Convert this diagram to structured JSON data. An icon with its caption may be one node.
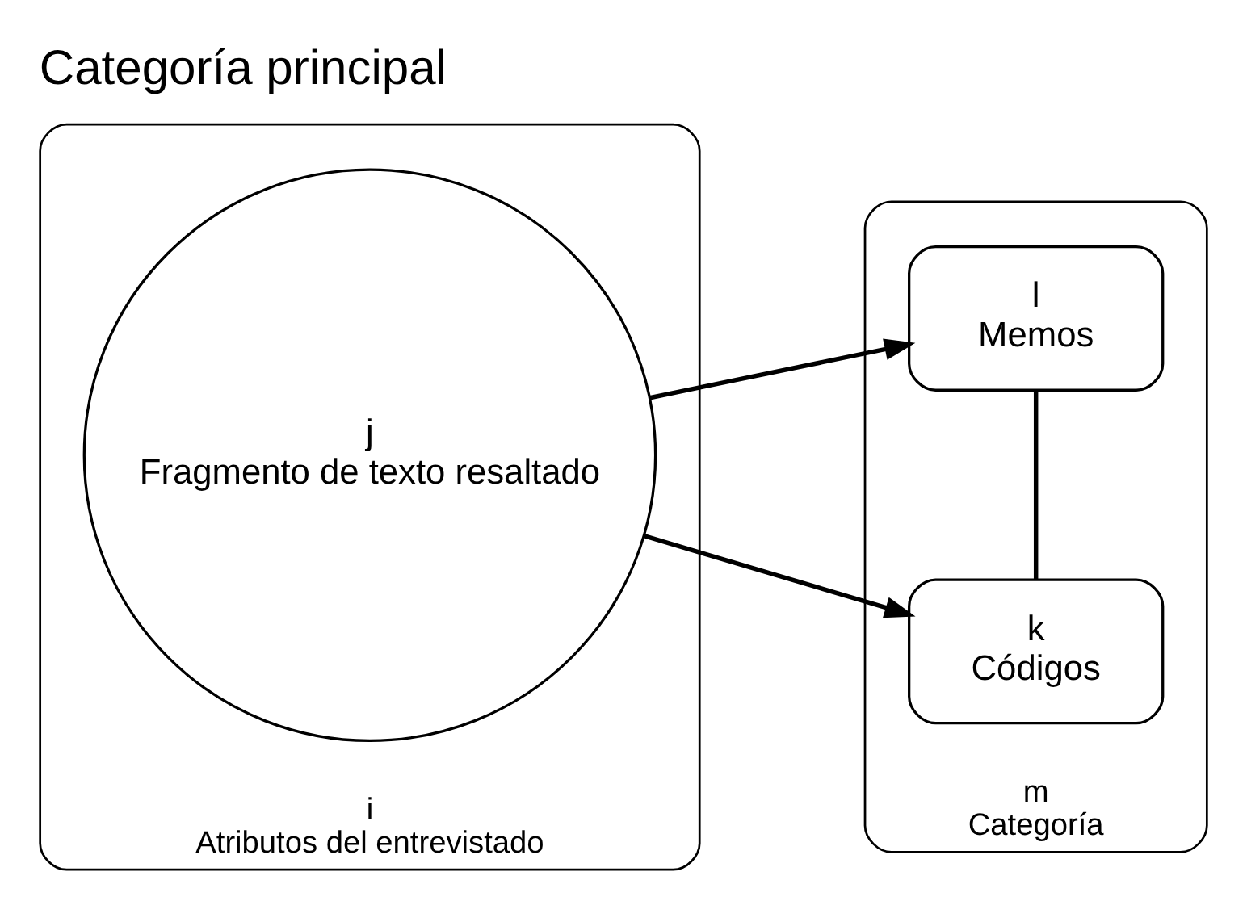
{
  "diagram": {
    "title": "Categoría principal",
    "nodes": [
      {
        "text": [
          "i",
          "Atributos del entrevistado"
        ]
      },
      {
        "text": [
          "j",
          "Fragmento de texto resaltado"
        ],
        "in": 0
      },
      {
        "text": [
          "m",
          "Categoría"
        ]
      },
      {
        "text": [
          "k",
          "Códigos"
        ],
        "in": 2
      },
      {
        "text": [
          "l",
          "Memos"
        ],
        "in": 2
      }
    ],
    "edges": [
      {
        "from": 1,
        "to": 3,
        "arrow": "to"
      },
      {
        "from": 1,
        "to": 4,
        "arrow": "to"
      },
      {
        "from": 3,
        "to": 4,
        "arrow": "none"
      }
    ]
  }
}
